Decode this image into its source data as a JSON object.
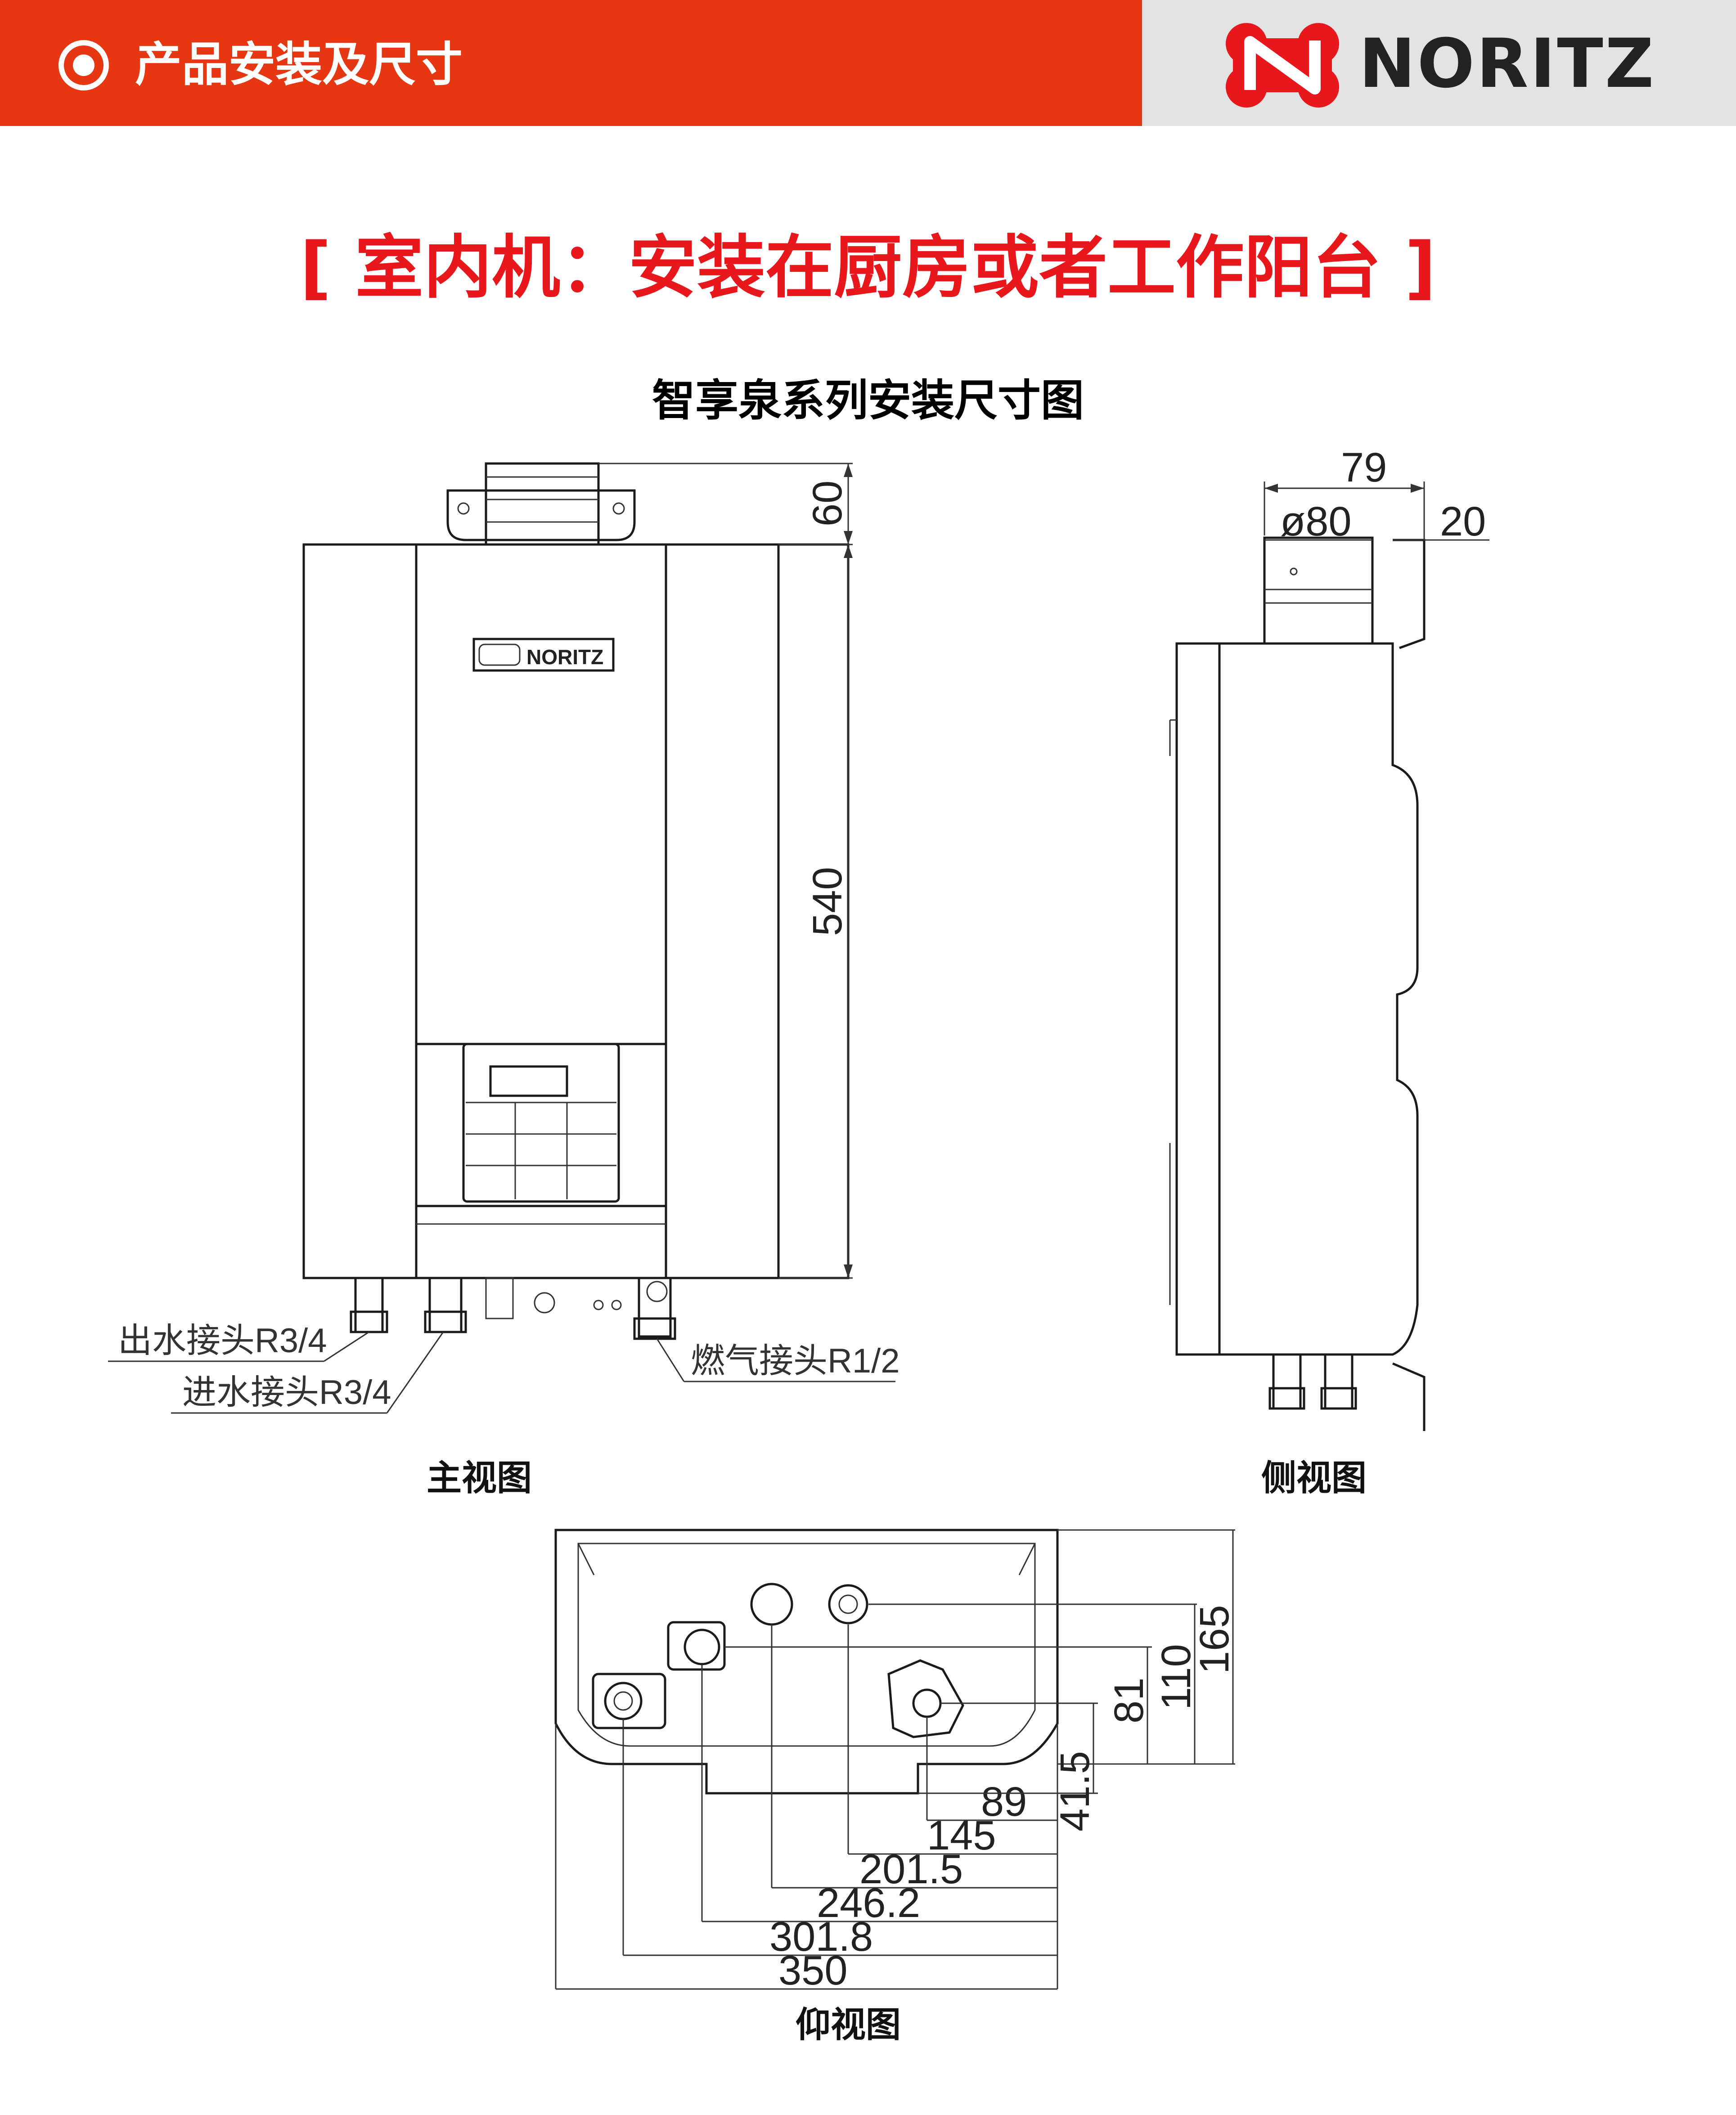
{
  "header": {
    "title": "产品安装及尺寸",
    "brand": "NORITZ"
  },
  "section_title": "[ 室内机：安装在厨房或者工作阳台 ]",
  "diagram_title": "智享泉系列安装尺寸图",
  "front_view": {
    "caption": "主视图",
    "device_brand": "NORITZ",
    "dims": {
      "top": "60",
      "height": "540"
    },
    "labels": {
      "outlet": "出水接头R3/4",
      "inlet": "进水接头R3/4",
      "gas": "燃气接头R1/2"
    }
  },
  "side_view": {
    "caption": "侧视图",
    "dims": {
      "depth": "79",
      "flue": "ø80",
      "offset": "20"
    }
  },
  "bottom_view": {
    "caption": "仰视图",
    "dims_horizontal": [
      "89",
      "145",
      "201.5",
      "246.2",
      "301.8",
      "350"
    ],
    "dims_vertical": [
      "41.5",
      "81",
      "110",
      "165"
    ]
  }
}
